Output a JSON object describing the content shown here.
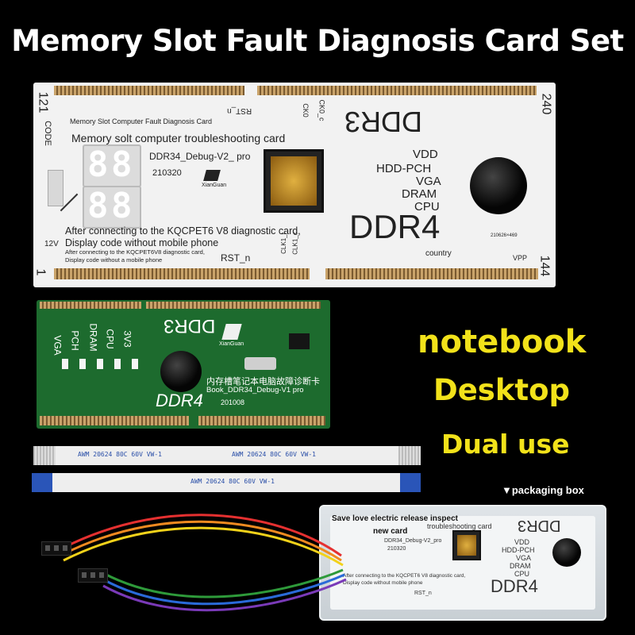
{
  "title": "Memory Slot Fault Diagnosis Card Set",
  "desktop_card": {
    "pin_121": "121",
    "pin_240": "240",
    "pin_1": "1",
    "pin_144": "144",
    "code_label": "CODE",
    "v12_label": "12V",
    "rst_top": "RST_n",
    "ck0": "CK0",
    "ck0c": "CK0_c",
    "card_label_small": "Memory Slot Computer Fault Diagnosis Card",
    "card_label_main": "Memory solt computer troubleshooting card",
    "model": "DDR34_Debug-V2_ pro",
    "date": "210320",
    "brand": "XianGuan",
    "ddr3": "DDR3",
    "vdd": "VDD",
    "hdd_pch": "HDD-PCH",
    "vga": "VGA",
    "dram": "DRAM",
    "cpu": "CPU",
    "ddr4": "DDR4",
    "connect_line1": "After connecting to the KQCPET6 V8  diagnostic card,",
    "connect_line2": "Display code without mobile phone",
    "connect_small1": "After connecting to the KQCPET6V8 diagnostic card,",
    "connect_small2": "Display code without a mobile phone",
    "rst_bottom": "RST_n",
    "clk1": "CLK1_t",
    "clk1c": "CLK1_c",
    "country": "country",
    "vpp": "VPP",
    "serial": "210626×469",
    "seg_digit": "8"
  },
  "notebook_card": {
    "ddr3": "DDR3",
    "ddr4": "DDR4",
    "brand": "XianGuan",
    "led_labels": [
      "VGA",
      "PCH",
      "DRAM",
      "CPU",
      "3V3"
    ],
    "chinese_label": "内存槽笔记本电脑故障诊断卡",
    "model": "Book_DDR34_Debug-V1 pro",
    "date": "201008"
  },
  "ribbon_text": [
    "AWM   20624   80C   60V   VW-1",
    "AWM   20624   80C   60V   VW-1",
    "AWM   20624   80C   60V   VW-1"
  ],
  "labels": {
    "notebook": "notebook",
    "desktop": "Desktop",
    "dual_use": "Dual use"
  },
  "packaging": {
    "label": "▼packaging box",
    "sticker_line1": "Save love electric release inspect",
    "sticker_line2": "new card",
    "ddr3": "DDR3",
    "ddr4": "DDR4",
    "card_text": "troubleshooting card",
    "model": "DDR34_Debug-V2_pro",
    "date": "210320",
    "vdd": "VDD",
    "hdd_pch": "HDD-PCH",
    "vga": "VGA",
    "dram": "DRAM",
    "cpu": "CPU",
    "connect": "After connecting to the KQCPET6 V8  diagnostic card,",
    "display": "Display code without mobile phone",
    "rst": "RST_n"
  },
  "colors": {
    "background": "#000000",
    "desktop_pcb": "#f2f2f2",
    "notebook_pcb": "#1d6b2e",
    "accent_yellow": "#f2e21a",
    "gold_contacts": "#c9a36a"
  }
}
